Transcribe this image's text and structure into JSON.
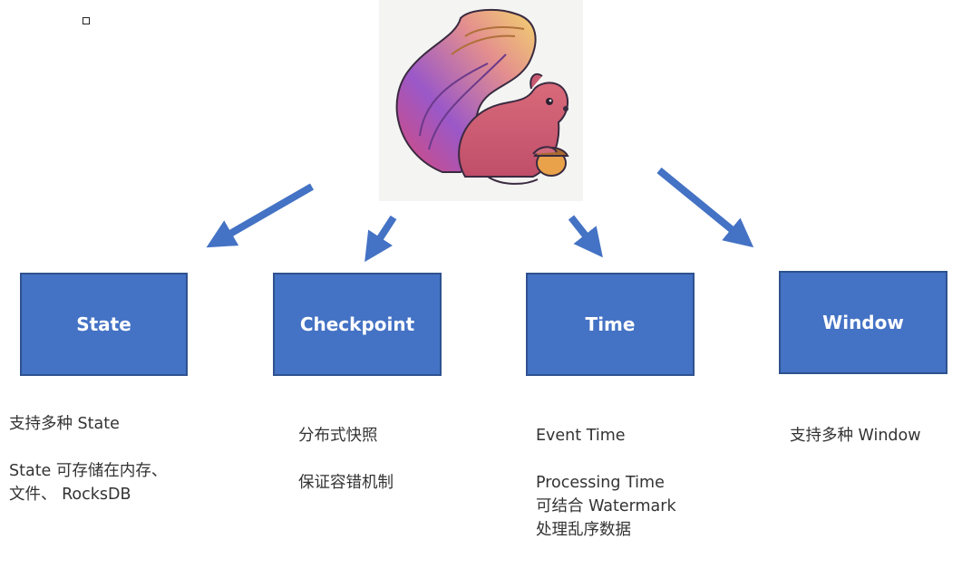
{
  "boxes": [
    {
      "id": "state",
      "label": "State",
      "lines": [
        "支持多种 State",
        "",
        "State 可存储在内存、",
        "文件、 RocksDB"
      ]
    },
    {
      "id": "checkpoint",
      "label": "Checkpoint",
      "lines": [
        "分布式快照",
        "",
        "保证容错机制"
      ]
    },
    {
      "id": "time",
      "label": "Time",
      "lines": [
        "Event Time",
        "",
        "Processing Time",
        "可结合 Watermark",
        "处理乱序数据"
      ]
    },
    {
      "id": "window",
      "label": "Window",
      "lines": [
        "支持多种 Window"
      ]
    }
  ],
  "colors": {
    "box_fill": "#4472c4",
    "box_border": "#2f528f",
    "arrow": "#4472c4",
    "text": "#333333"
  },
  "logo": {
    "icon": "squirrel-logo-icon"
  }
}
